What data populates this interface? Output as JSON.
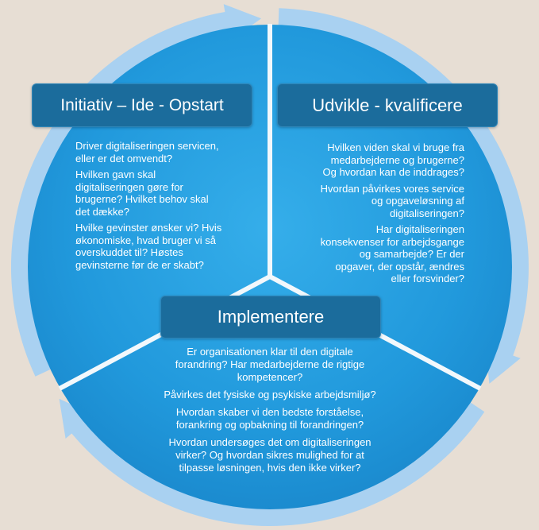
{
  "colors": {
    "background": "#e7ded4",
    "disc_light": "#35aeea",
    "disc_mid": "#2199dc",
    "disc_dark": "#1b8bcf",
    "ring_arrow": "#a9d1f1",
    "title_box": "#1b6c9c",
    "separator": "#f2f8fc",
    "text": "#ffffff"
  },
  "diagram": {
    "segments": [
      {
        "title": "Initiativ – Ide - Opstart",
        "questions": [
          "Driver digitaliseringen servicen,\neller er det omvendt?",
          "Hvilken gavn skal\ndigitaliseringen gøre for\nbrugerne? Hvilket behov skal\ndet dække?",
          "Hvilke gevinster ønsker vi? Hvis\nøkonomiske, hvad bruger vi så\noverskuddet til? Høstes\ngevinsterne før de er skabt?"
        ]
      },
      {
        "title": "Udvikle - kvalificere",
        "questions": [
          "Hvilken viden skal vi bruge fra\nmedarbejderne og brugerne?\nOg hvordan kan de inddrages?",
          "Hvordan påvirkes vores service\nog opgaveløsning af\ndigitaliseringen?",
          "Har digitaliseringen\nkonsekvenser for arbejdsgange\nog samarbejde? Er der\nopgaver, der opstår, ændres\neller forsvinder?"
        ]
      },
      {
        "title": "Implementere",
        "questions": [
          "Er organisationen klar til den digitale\nforandring? Har medarbejderne de rigtige\nkompetencer?",
          "Påvirkes det fysiske og psykiske arbejdsmiljø?",
          "Hvordan skaber vi den bedste forståelse,\nforankring og opbakning til forandringen?",
          "Hvordan undersøges det om digitaliseringen\nvirker? Og hvordan sikres mulighed for at\ntilpasse løsningen, hvis den ikke virker?"
        ]
      }
    ]
  }
}
